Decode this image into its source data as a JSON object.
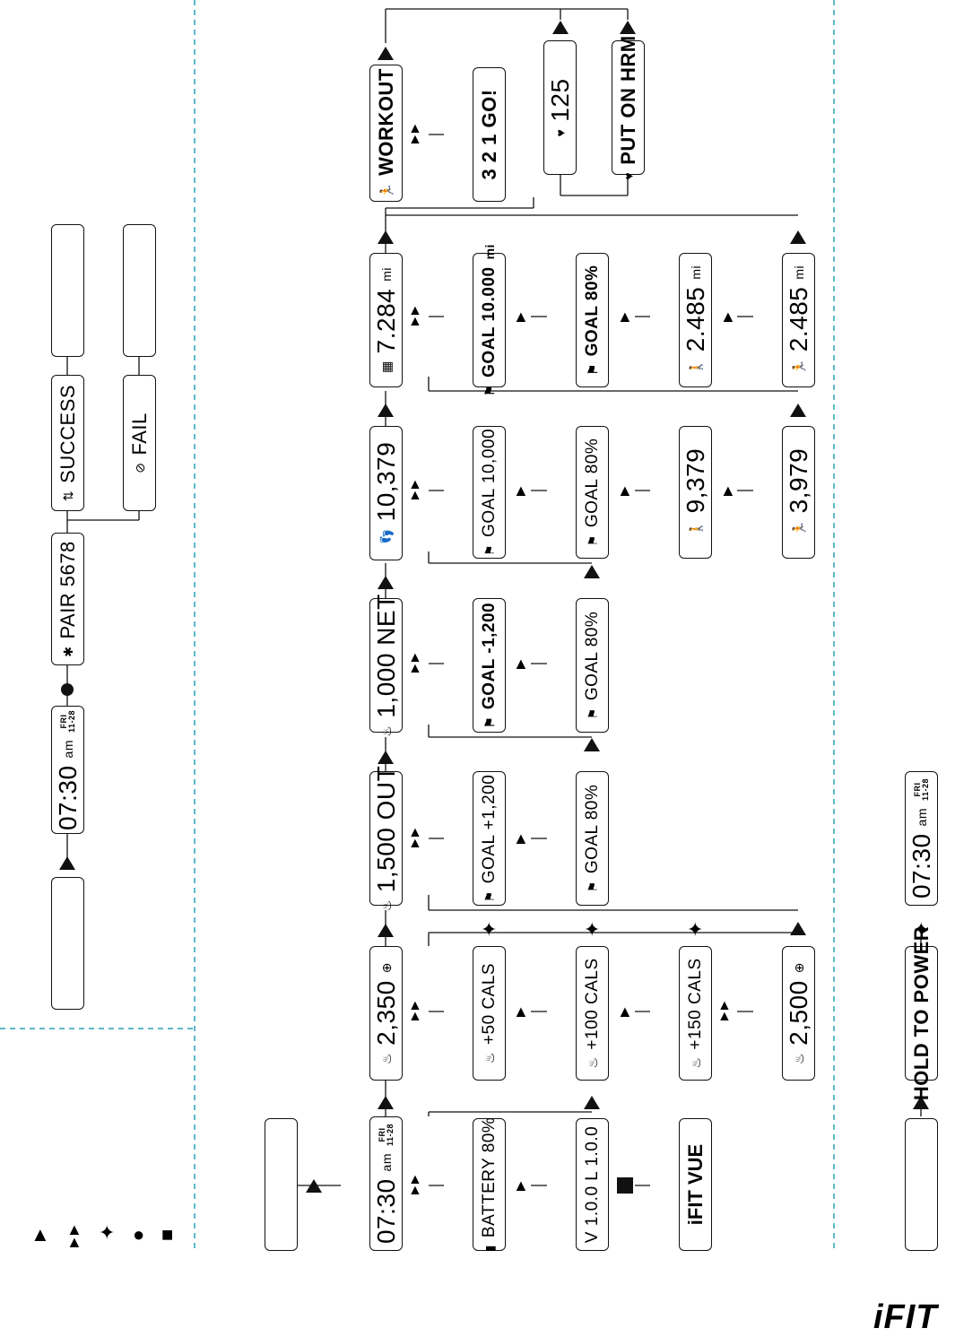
{
  "ui": {
    "brand": "iFIT",
    "legend": {
      "tap": "▲",
      "double_tap": "▲▲",
      "hold": "✦",
      "dot": "●",
      "square": "■"
    }
  },
  "screens": {
    "pair": {
      "time": "07:30",
      "ampm": "am",
      "day": "FRI",
      "date": "11-28",
      "pair": "PAIR 5678",
      "success": "SUCCESS",
      "fail": "FAIL"
    },
    "main": {
      "clock": "07:30",
      "ampm": "am",
      "day": "FRI",
      "date": "11-28",
      "battery": "BATTERY 80%",
      "version": "V 1.0.0 L 1.0.0",
      "brand_screen": "iFIT VUE",
      "cals": "2,350",
      "cals_50": "+50 CALS",
      "cals_100": "+100 CALS",
      "cals_150": "+150 CALS",
      "cals_total": "2,500",
      "out": "1,500 OUT",
      "goal_plus": "GOAL  +1,200",
      "goal_pct1": "GOAL  80%",
      "net": "1,000 NET",
      "goal_minus": "GOAL  -1,200",
      "goal_pct2": "GOAL  80%",
      "steps": "10,379",
      "goal_steps": "GOAL  10,000",
      "goal_pct3": "GOAL  80%",
      "steps_walk": "9,379",
      "steps_run": "3,979",
      "dist": "7.284",
      "dist_unit": "mi",
      "goal_dist": "GOAL 10.000",
      "goal_dist_unit": "mi",
      "goal_pct4": "GOAL  80%",
      "dist_walk": "2.485",
      "dist_run": "2.485",
      "workout": "WORKOUT",
      "countdown": "3 2 1 GO!",
      "hr": "125",
      "put_hrm": "PUT ON HRM"
    },
    "power": {
      "hold": "HOLD TO POWER",
      "time": "07:30",
      "ampm": "am",
      "day": "FRI",
      "date": "11-28"
    }
  }
}
